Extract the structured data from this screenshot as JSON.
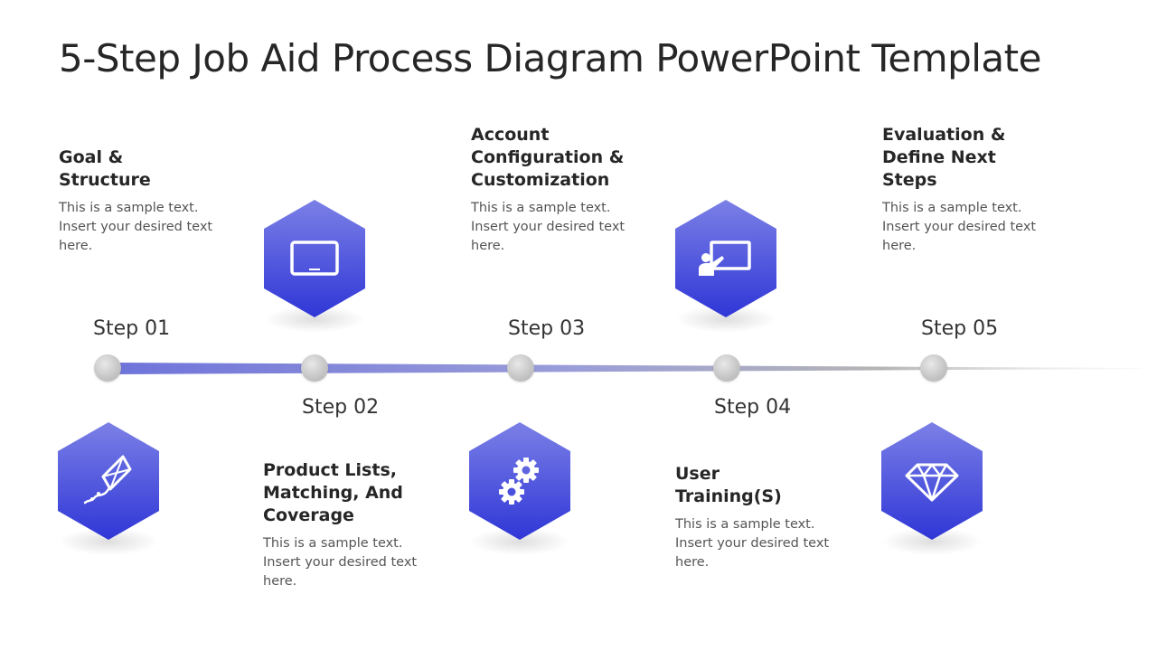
{
  "title": "5-Step Job Aid Process Diagram PowerPoint Template",
  "colors": {
    "hex_top": "#7B80E6",
    "hex_bottom": "#2F36D6",
    "line_start": "#6E73DA",
    "line_end": "#C9C9C9",
    "node": "#C4C4C4"
  },
  "steps": [
    {
      "label": "Step 01",
      "heading_lines": [
        "Goal &",
        "Structure"
      ],
      "description": "This is a sample text. Insert your desired text here.",
      "icon": "kite-icon"
    },
    {
      "label": "Step 02",
      "heading_lines": [
        "Product Lists,",
        "Matching, And",
        "Coverage"
      ],
      "description": "This is a sample text. Insert your desired text here.",
      "icon": "monitor-icon"
    },
    {
      "label": "Step 03",
      "heading_lines": [
        "Account",
        "Configuration &",
        "Customization"
      ],
      "description": "This is a sample text. Insert your desired text here.",
      "icon": "gears-icon"
    },
    {
      "label": "Step 04",
      "heading_lines": [
        "User",
        "Training(S)"
      ],
      "description": "This is a sample text. Insert your desired text here.",
      "icon": "presentation-icon"
    },
    {
      "label": "Step 05",
      "heading_lines": [
        "Evaluation &",
        "Define Next",
        "Steps"
      ],
      "description": "This is a sample text. Insert your desired text here.",
      "icon": "diamond-icon"
    }
  ]
}
